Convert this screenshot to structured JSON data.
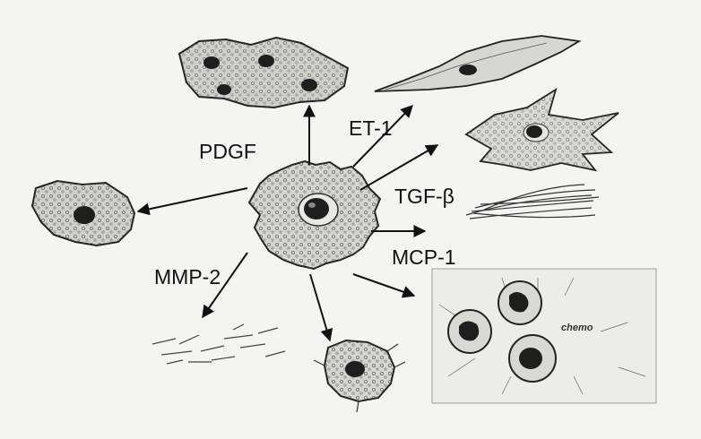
{
  "labels": {
    "pdgf": "PDGF",
    "et1": "ET-1",
    "tgf": "TGF-β",
    "mcp1": "MCP-1",
    "mmp2": "MMP-2",
    "chemo": "chemo"
  },
  "colors": {
    "ink": "#111111",
    "cell_fill": "#d8d8d4",
    "nucleus": "#2a2a2a",
    "paper": "#f4f4f2"
  }
}
